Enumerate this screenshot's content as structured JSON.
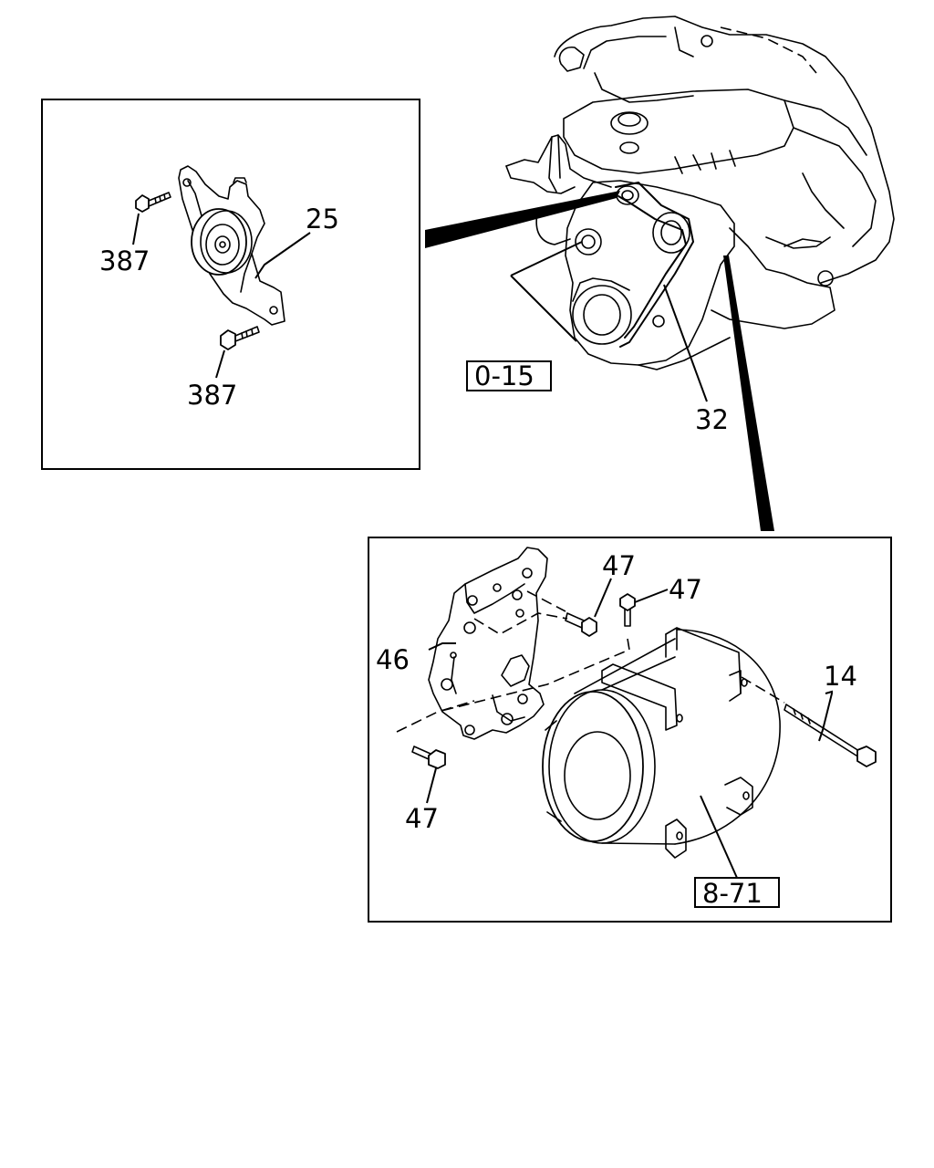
{
  "callouts": {
    "tensioner_bracket": "25",
    "bolt_top": "387",
    "bolt_bottom": "387",
    "ref_engine": "0-15",
    "belt": "32",
    "compressor_bracket": "46",
    "bolt_47_a": "47",
    "bolt_47_b": "47",
    "bolt_47_c": "47",
    "through_bolt": "14",
    "ref_compressor": "8-71"
  }
}
